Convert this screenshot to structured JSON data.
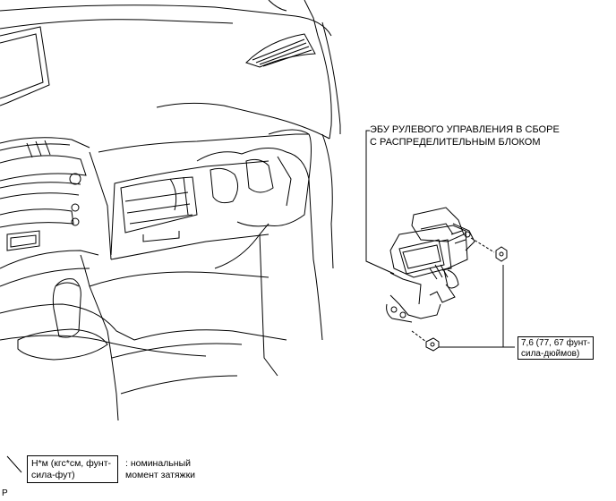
{
  "callout": {
    "title_line1": "ЭБУ РУЛЕВОГО УПРАВЛЕНИЯ В СБОРЕ",
    "title_line2": "С РАСПРЕДЕЛИТЕЛЬНЫМ БЛОКОМ"
  },
  "torque": {
    "line1": "7,6 (77, 67 фунт-",
    "line2": "сила-дюймов)"
  },
  "legend": {
    "unit_line1": "Н*м (кгс*см, фунт-",
    "unit_line2": "сила-фут)",
    "desc_line1": ": номинальный",
    "desc_line2": "момент затяжки"
  },
  "reference_id": "P"
}
